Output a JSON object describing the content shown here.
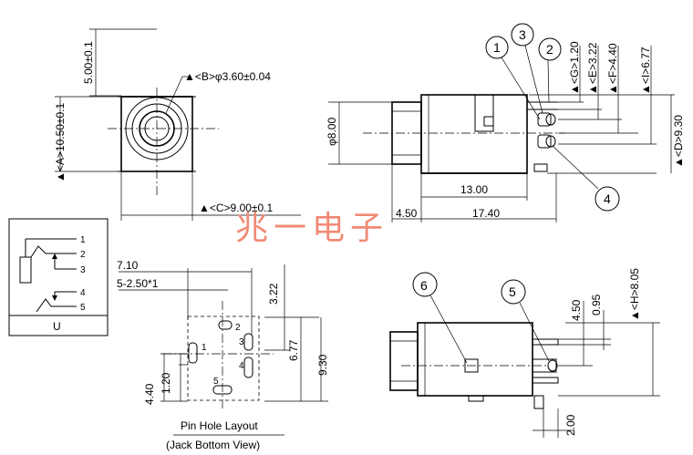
{
  "watermark": "兆一电子",
  "front_view": {
    "dim_top": "5.00±0.1",
    "dim_b": "▲<B>φ3.60±0.04",
    "dim_a": "▲<A>10.50±0.1",
    "dim_c": "▲<C>9.00±0.1"
  },
  "side_view": {
    "callouts": [
      "1",
      "2",
      "3",
      "4"
    ],
    "dim_g": "▲<G>1.20",
    "dim_e": "▲<E>3.22",
    "dim_f": "▲<F>4.40",
    "dim_i": "▲<I>6.77",
    "dim_d": "▲<D>9.30",
    "dim_dia": "φ8.00",
    "dim_13": "13.00",
    "dim_450": "4.50",
    "dim_1740": "17.40"
  },
  "schematic": {
    "pins": [
      "1",
      "2",
      "3",
      "4",
      "5"
    ],
    "label": "U"
  },
  "pin_layout": {
    "dim_710": "7.10",
    "dim_pitch": "5-2.50*1",
    "dim_322": "3.22",
    "dim_677": "6.77",
    "dim_930": "9.30",
    "dim_440": "4.40",
    "dim_120": "1.20",
    "pins": [
      "1",
      "2",
      "3",
      "4",
      "5"
    ],
    "caption1": "Pin Hole Layout",
    "caption2": "(Jack Bottom View)"
  },
  "bottom_view": {
    "callouts": [
      "6",
      "5"
    ],
    "dim_450": "4.50",
    "dim_095": "0.95",
    "dim_h": "▲<H>8.05",
    "dim_200": "2.00"
  }
}
